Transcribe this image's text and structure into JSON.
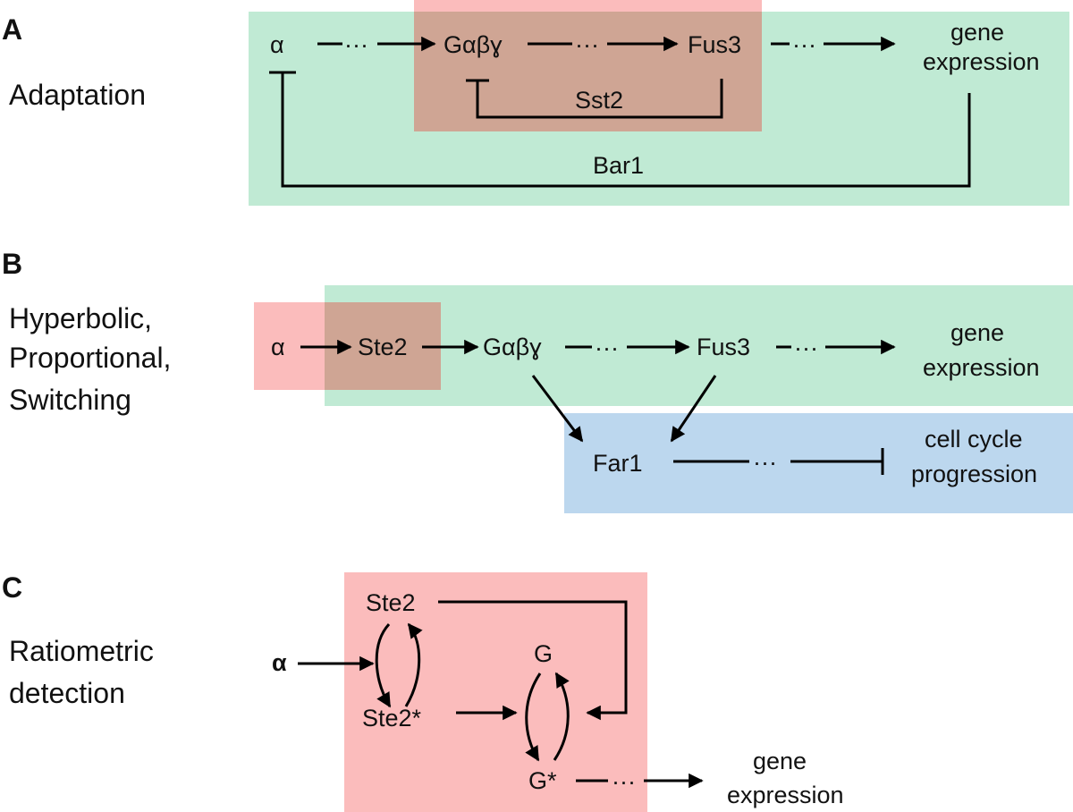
{
  "colors": {
    "green_region": "#c0ead4",
    "red_region": "#fbbcbc",
    "overlap_region": "#cfa594",
    "blue_region": "#bcd7ee",
    "stroke": "#000000"
  },
  "panel_a": {
    "letter": "A",
    "label": "Adaptation",
    "nodes": {
      "alpha": "α",
      "gabg": "Gαβɣ",
      "fus3": "Fus3",
      "gene_line1": "gene",
      "gene_line2": "expression",
      "sst2": "Sst2",
      "bar1": "Bar1"
    },
    "dots": "···"
  },
  "panel_b": {
    "letter": "B",
    "label_lines": [
      "Hyperbolic,",
      "Proportional,",
      "Switching"
    ],
    "nodes": {
      "alpha": "α",
      "ste2": "Ste2",
      "gabg": "Gαβɣ",
      "fus3": "Fus3",
      "gene_line1": "gene",
      "gene_line2": "expression",
      "far1": "Far1",
      "cc_line1": "cell cycle",
      "cc_line2": "progression"
    },
    "dots": "···"
  },
  "panel_c": {
    "letter": "C",
    "label_lines": [
      "Ratiometric",
      "detection"
    ],
    "nodes": {
      "alpha": "α",
      "ste2": "Ste2",
      "ste2_star": "Ste2*",
      "g": "G",
      "g_star": "G*",
      "gene_line1": "gene",
      "gene_line2": "expression"
    },
    "dots": "···"
  }
}
